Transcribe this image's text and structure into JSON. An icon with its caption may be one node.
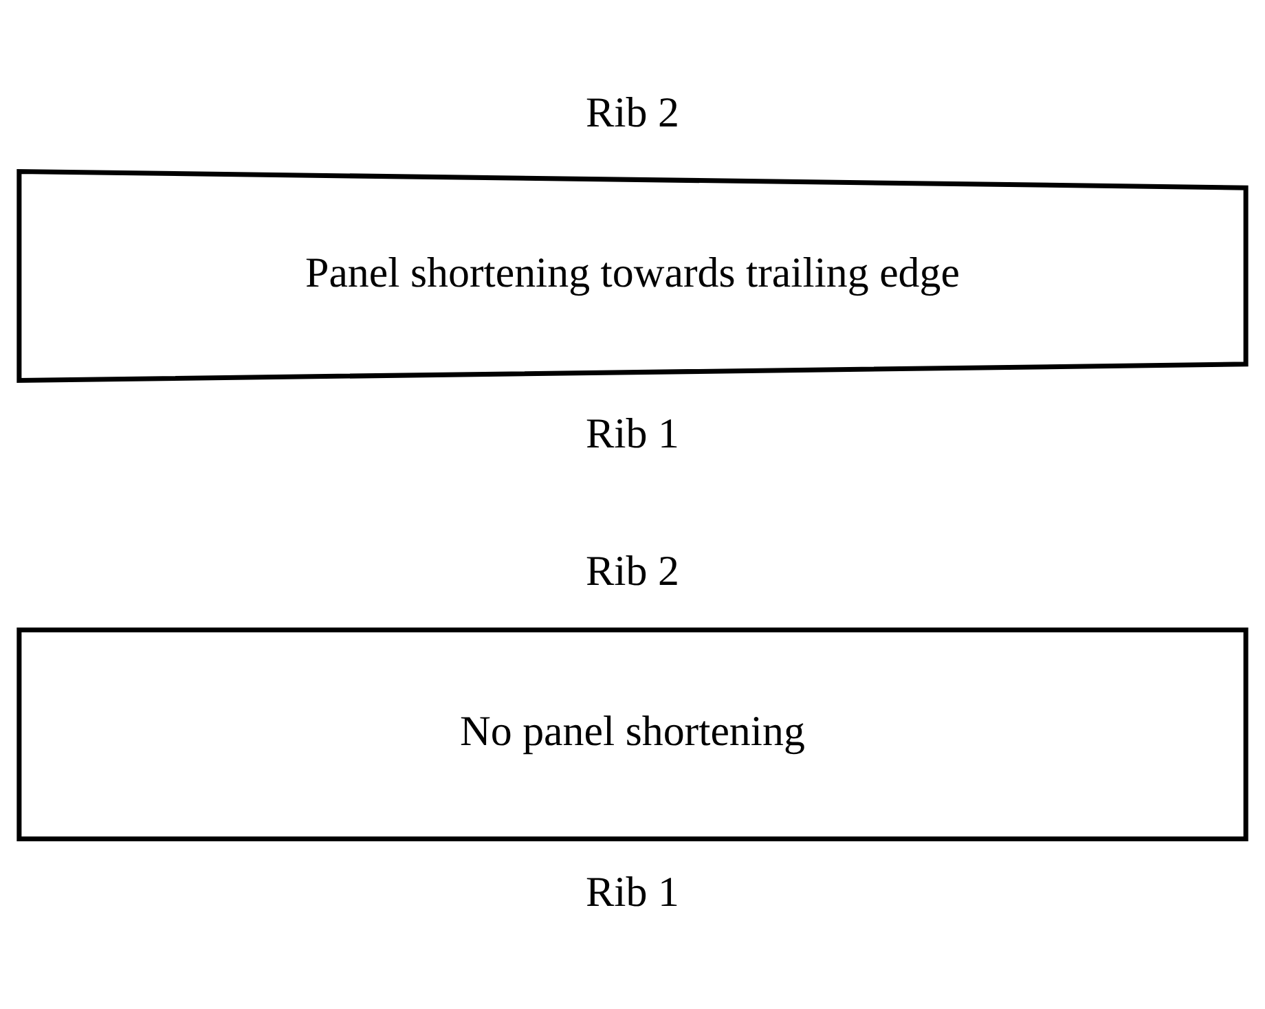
{
  "diagram": {
    "nodes": [
      {
        "text": [
          "Panel shortening towards trailing edge"
        ],
        "beside": [
          "Rib 2",
          "Rib 1"
        ]
      },
      {
        "text": [
          "No panel shortening"
        ],
        "beside": [
          "Rib 2",
          "Rib 1"
        ]
      }
    ],
    "edges": []
  }
}
